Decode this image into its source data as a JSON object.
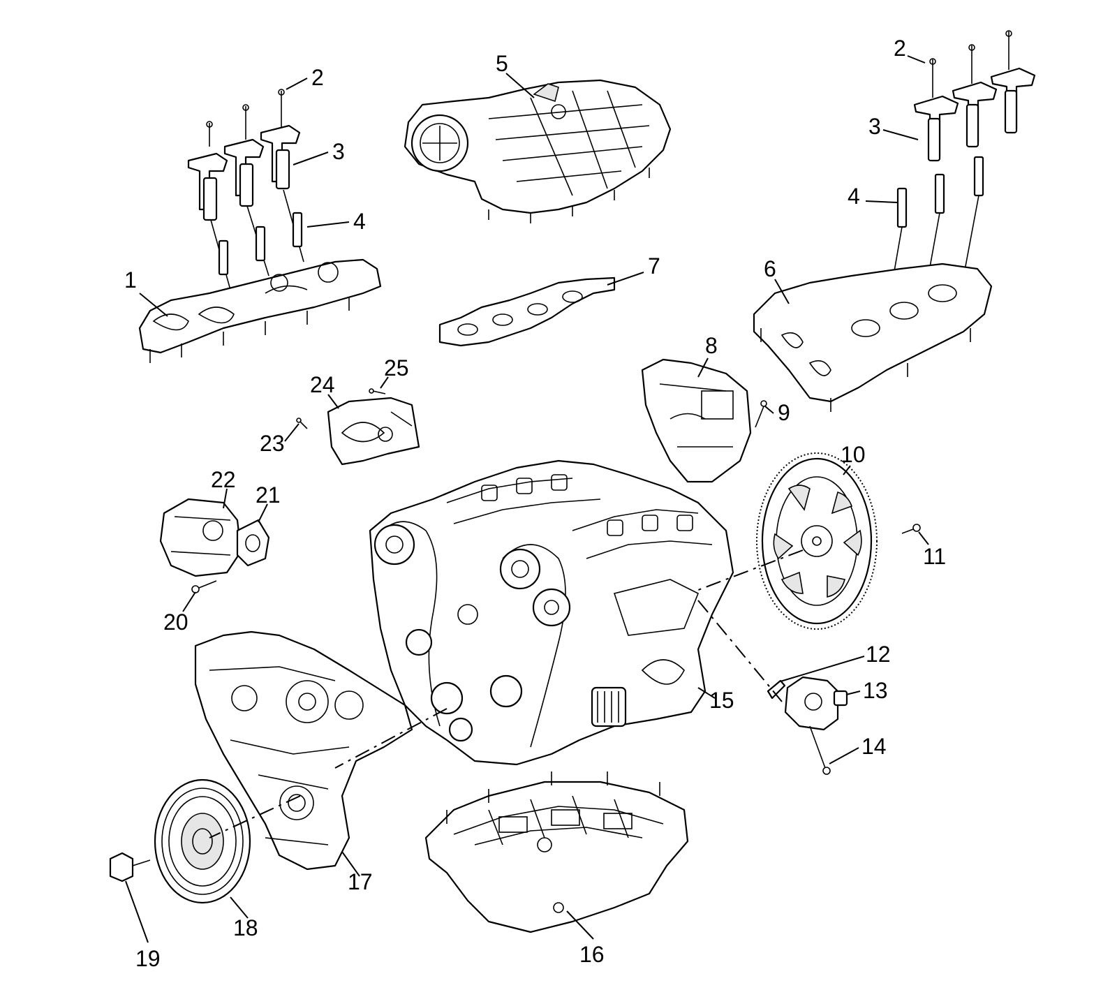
{
  "callouts": [
    {
      "id": "1",
      "label": "1"
    },
    {
      "id": "2a",
      "label": "2"
    },
    {
      "id": "3a",
      "label": "3"
    },
    {
      "id": "4a",
      "label": "4"
    },
    {
      "id": "5",
      "label": "5"
    },
    {
      "id": "2b",
      "label": "2"
    },
    {
      "id": "3b",
      "label": "3"
    },
    {
      "id": "4b",
      "label": "4"
    },
    {
      "id": "6",
      "label": "6"
    },
    {
      "id": "7",
      "label": "7"
    },
    {
      "id": "8",
      "label": "8"
    },
    {
      "id": "9",
      "label": "9"
    },
    {
      "id": "10",
      "label": "10"
    },
    {
      "id": "11",
      "label": "11"
    },
    {
      "id": "12",
      "label": "12"
    },
    {
      "id": "13",
      "label": "13"
    },
    {
      "id": "14",
      "label": "14"
    },
    {
      "id": "15",
      "label": "15"
    },
    {
      "id": "16",
      "label": "16"
    },
    {
      "id": "17",
      "label": "17"
    },
    {
      "id": "18",
      "label": "18"
    },
    {
      "id": "19",
      "label": "19"
    },
    {
      "id": "20",
      "label": "20"
    },
    {
      "id": "21",
      "label": "21"
    },
    {
      "id": "22",
      "label": "22"
    },
    {
      "id": "23",
      "label": "23"
    },
    {
      "id": "24",
      "label": "24"
    },
    {
      "id": "25",
      "label": "25"
    }
  ]
}
